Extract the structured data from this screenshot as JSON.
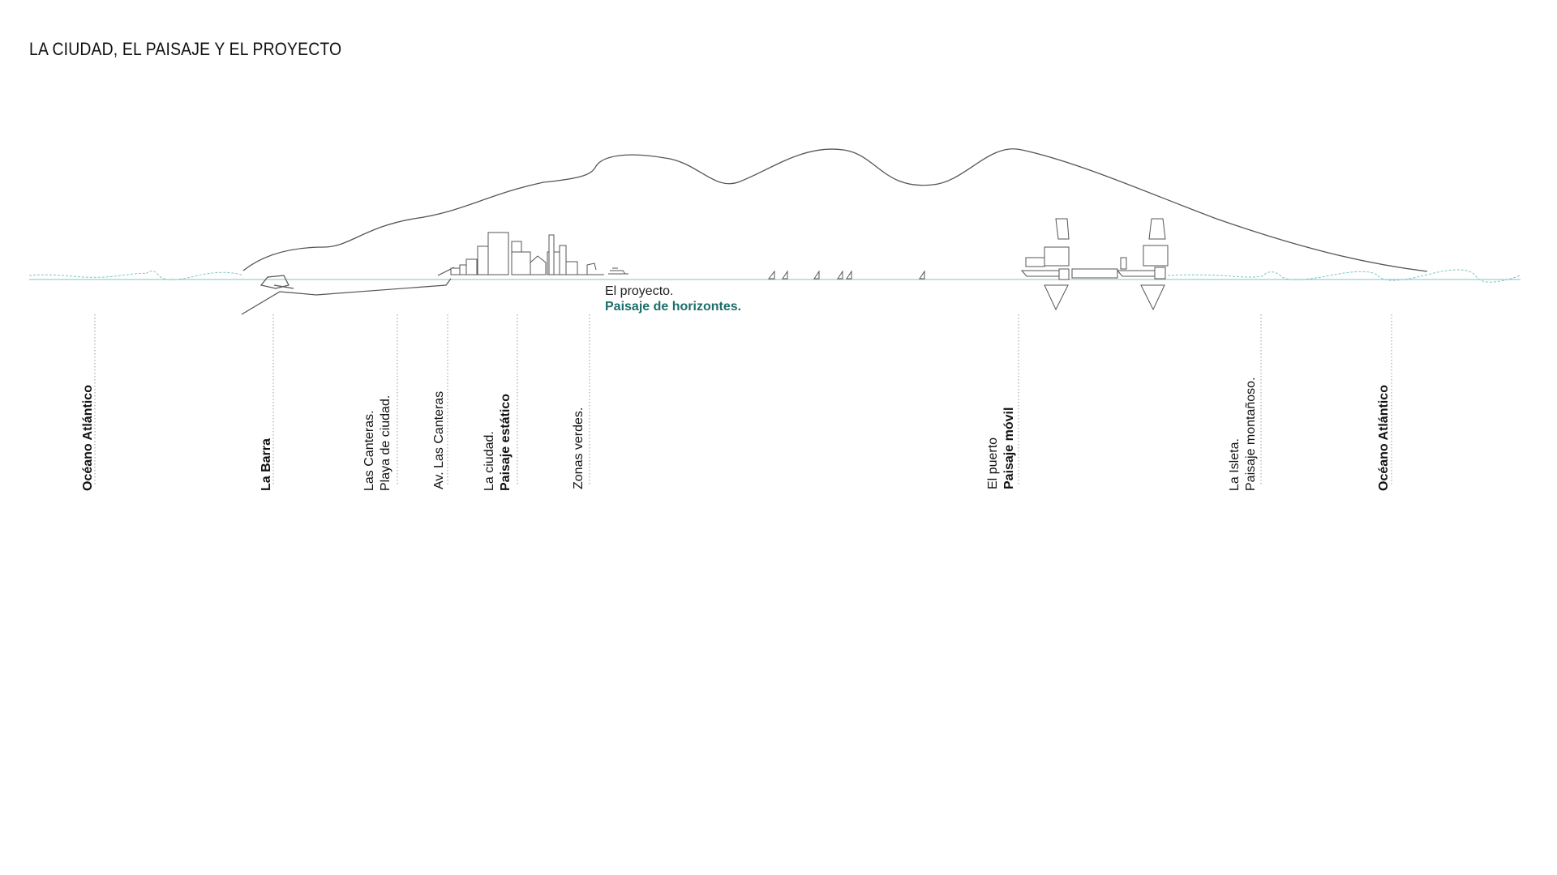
{
  "title": "LA CIUDAD, EL PAISAJE Y EL PROYECTO",
  "project": {
    "line1": "El proyecto.",
    "line2": "Paisaje de horizontes."
  },
  "labels": [
    {
      "id": "oceano-atlantico-left",
      "line1": "Océano Atlántico",
      "line1_bold": true,
      "line2": ""
    },
    {
      "id": "la-barra",
      "line1": "La Barra",
      "line1_bold": true,
      "line2": ""
    },
    {
      "id": "las-canteras",
      "line1": "Las Canteras.",
      "line1_bold": false,
      "line2": "Playa de ciudad."
    },
    {
      "id": "av-las-canteras",
      "line1": "Av. Las Canteras",
      "line1_bold": false,
      "line2": ""
    },
    {
      "id": "la-ciudad",
      "line1": "La ciudad.",
      "line1_bold": false,
      "line2": "Paisaje estático",
      "line2_bold": true
    },
    {
      "id": "zonas-verdes",
      "line1": "Zonas verdes.",
      "line1_bold": false,
      "line2": ""
    },
    {
      "id": "el-puerto",
      "line1": "El puerto",
      "line1_bold": false,
      "line2": "Paisaje móvil",
      "line2_bold": true
    },
    {
      "id": "la-isleta",
      "line1": "La Isleta.",
      "line1_bold": false,
      "line2": "Paisaje montañoso."
    },
    {
      "id": "oceano-atlantico-right",
      "line1": "Océano Atlántico",
      "line1_bold": true,
      "line2": ""
    }
  ],
  "colors": {
    "sea": "#7cc6c2",
    "outline": "#555555",
    "accent": "#1d6e6a",
    "dotted": "#999999"
  }
}
